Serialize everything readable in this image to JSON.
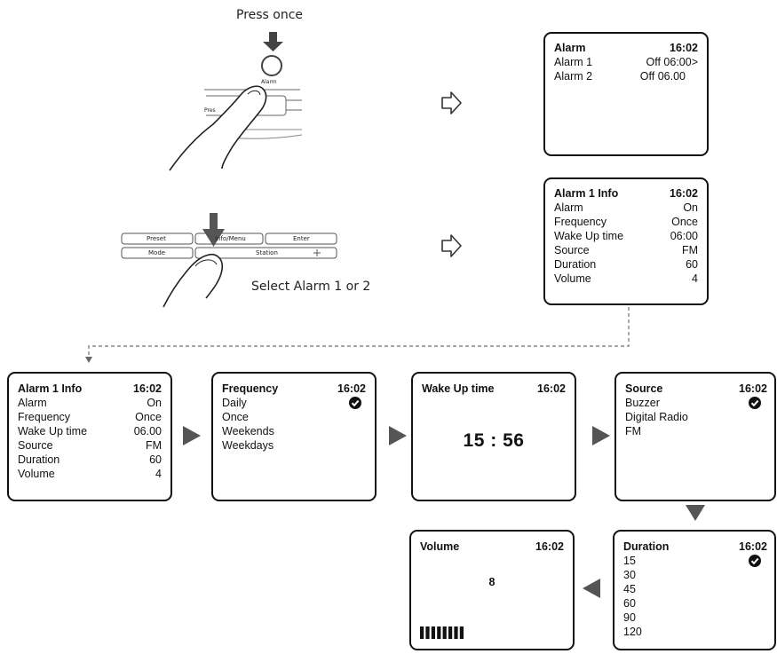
{
  "top_left": {
    "press_label": "Press once",
    "alarm_button_label": "Alarm",
    "select_label": "Select Alarm 1 or 2",
    "keypad": {
      "preset": "Preset",
      "info_menu": "Info/Menu",
      "enter": "Enter",
      "mode": "Mode",
      "station": "Station",
      "left_partial": "Pres"
    }
  },
  "screens": {
    "alarm_list": {
      "title": "Alarm",
      "time": "16:02",
      "rows": [
        {
          "label": "Alarm 1",
          "value": "Off  06:00>"
        },
        {
          "label": "Alarm 2",
          "value": "Off 06.00"
        }
      ]
    },
    "alarm1_info_top": {
      "title": "Alarm 1 Info",
      "time": "16:02",
      "rows": [
        {
          "label": "Alarm",
          "value": "On"
        },
        {
          "label": "Frequency",
          "value": "Once"
        },
        {
          "label": "Wake Up time",
          "value": "06:00"
        },
        {
          "label": "Source",
          "value": "FM"
        },
        {
          "label": "Duration",
          "value": "60"
        },
        {
          "label": "Volume",
          "value": "4"
        }
      ]
    },
    "alarm1_info_bottom": {
      "title": "Alarm 1 Info",
      "time": "16:02",
      "rows": [
        {
          "label": "Alarm",
          "value": "On"
        },
        {
          "label": "Frequency",
          "value": "Once"
        },
        {
          "label": "Wake Up time",
          "value": "06.00"
        },
        {
          "label": "Source",
          "value": "FM"
        },
        {
          "label": "Duration",
          "value": "60"
        },
        {
          "label": "Volume",
          "value": "4"
        }
      ]
    },
    "frequency": {
      "title": "Frequency",
      "time": "16:02",
      "items": [
        "Daily",
        "Once",
        "Weekends",
        "Weekdays"
      ],
      "checked": "Daily"
    },
    "wake_up": {
      "title": "Wake Up time",
      "time": "16:02",
      "clock": "15 : 56"
    },
    "source": {
      "title": "Source",
      "time": "16:02",
      "items": [
        "Buzzer",
        "Digital Radio",
        "FM"
      ],
      "checked": "Buzzer"
    },
    "duration": {
      "title": "Duration",
      "time": "16:02",
      "items": [
        "15",
        "30",
        "45",
        "60",
        "90",
        "120"
      ],
      "checked": "15"
    },
    "volume": {
      "title": "Volume",
      "time": "16:02",
      "level": 8,
      "bar_count": 8
    }
  },
  "colors": {
    "ink": "#111111",
    "arrow_grey": "#555555",
    "dashed": "#888888"
  }
}
